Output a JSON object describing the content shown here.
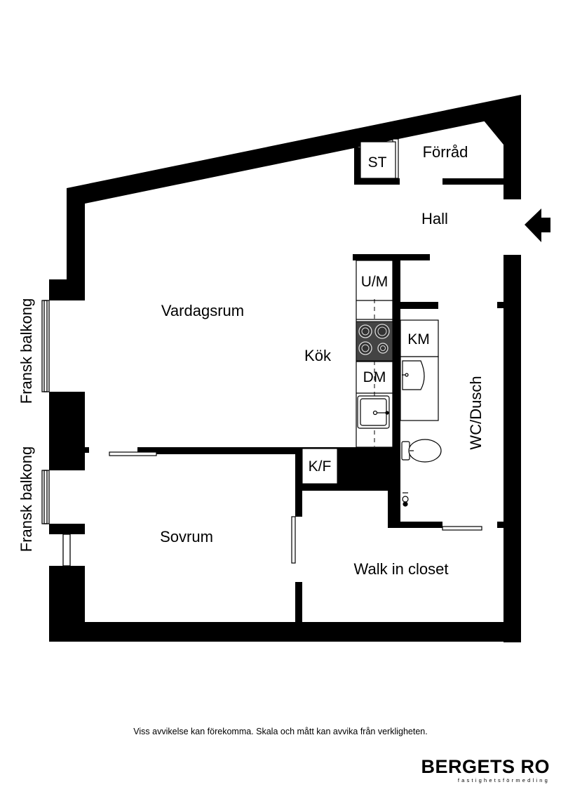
{
  "rooms": {
    "forrad": "Förråd",
    "hall": "Hall",
    "vardagsrum": "Vardagsrum",
    "kok": "Kök",
    "sovrum": "Sovrum",
    "walk_in_closet": "Walk in closet",
    "wc_dusch": "WC/Dusch",
    "balkong_upper": "Fransk balkong",
    "balkong_lower": "Fransk balkong"
  },
  "fixtures": {
    "st": "ST",
    "um": "U/M",
    "km": "KM",
    "dm": "DM",
    "kf": "K/F"
  },
  "icons": [
    "entrance-arrow-icon",
    "stove-icon",
    "sink-icon",
    "washbasin-icon",
    "toilet-icon",
    "shower-icon"
  ],
  "footer": {
    "disclaimer": "Viss avvikelse kan förekomma. Skala och mått kan avvika från verkligheten.",
    "brand": "BERGETS RO",
    "tagline": "fastighetsförmedling"
  }
}
